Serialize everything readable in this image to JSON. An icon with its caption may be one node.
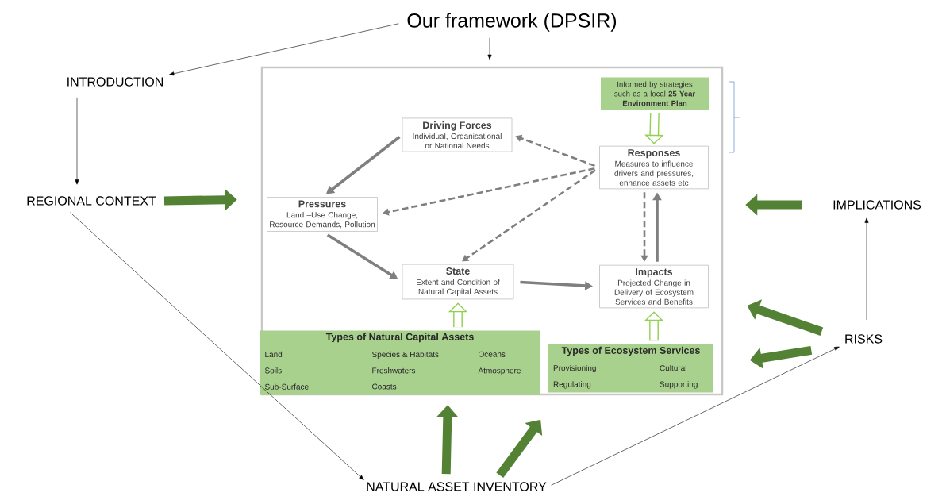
{
  "diagram": {
    "nodes": [
      {
        "text": [
          "Our framework (DPSIR)"
        ]
      },
      {
        "text": [
          "INTRODUCTION"
        ]
      },
      {
        "text": [
          "REGIONAL CONTEXT"
        ]
      },
      {
        "text": [],
        "shape": "box"
      },
      {
        "text": [
          "Driving Forces",
          "Individual, Organisational or National Needs"
        ],
        "in": 3
      },
      {
        "text": [
          "Pressures",
          "Land –Use Change, Resource Demands, Pollution"
        ],
        "in": 3
      },
      {
        "text": [
          "State",
          "Extent and Condition of Natural Capital Assets"
        ],
        "in": 3
      },
      {
        "text": [
          "Informed by strategies such as a local **25 Year Environment Plan**"
        ],
        "in": 3
      },
      {
        "text": [
          "Responses",
          "Measures to influence drivers and pressures, enhance assets etc"
        ],
        "in": 3
      },
      {
        "text": [
          "Impacts",
          "Projected Change in Delivery of Ecosystem Services and Benefits"
        ],
        "in": 3
      },
      {
        "text": [
          "Types of Natural Capital Assets",
          "Land",
          "Species & Habitats",
          "Oceans",
          "Soils",
          "Freshwaters",
          "Atmosphere",
          "Sub-Surface",
          "Coasts"
        ],
        "in": 3
      },
      {
        "text": [
          "Types of Ecosystem Services",
          "Provisioning",
          "Cultural",
          "Regulating",
          "Supporting"
        ],
        "in": 3
      },
      {
        "text": [
          "IMPLICATIONS"
        ]
      },
      {
        "text": [
          "RISKS"
        ]
      },
      {
        "text": [
          "NATURAL ASSET INVENTORY"
        ]
      }
    ],
    "edges": [
      {
        "from": 0,
        "to": 1,
        "arrow": "to",
        "color": "#000000"
      },
      {
        "from": 0,
        "to": 3,
        "arrow": "to",
        "color": "#000000"
      },
      {
        "from": 1,
        "to": 2,
        "arrow": "to",
        "color": "#000000"
      },
      {
        "from": 2,
        "to": 3,
        "arrow": "to",
        "style": "thick",
        "color": "#548235"
      },
      {
        "from": 2,
        "to": 14,
        "arrow": "to",
        "color": "#000000"
      },
      {
        "from": 14,
        "to": 3,
        "arrow": "to",
        "style": "thick",
        "color": "#548235"
      },
      {
        "from": 14,
        "to": 3,
        "arrow": "to",
        "style": "thick",
        "color": "#548235"
      },
      {
        "from": 14,
        "to": 13,
        "arrow": "to",
        "color": "#000000"
      },
      {
        "from": 13,
        "to": 12,
        "arrow": "to",
        "color": "#000000"
      },
      {
        "from": 12,
        "to": 3,
        "arrow": "to",
        "style": "thick",
        "color": "#548235"
      },
      {
        "from": 13,
        "to": 3,
        "arrow": "to",
        "style": "thick",
        "color": "#548235"
      },
      {
        "from": 13,
        "to": 3,
        "arrow": "to",
        "style": "thick",
        "color": "#548235"
      },
      {
        "from": 4,
        "to": 5,
        "arrow": "to",
        "color": "#7f7f7f"
      },
      {
        "from": 5,
        "to": 6,
        "arrow": "to",
        "color": "#7f7f7f"
      },
      {
        "from": 6,
        "to": 9,
        "arrow": "to",
        "color": "#7f7f7f"
      },
      {
        "from": 9,
        "to": 8,
        "arrow": "to",
        "color": "#7f7f7f"
      },
      {
        "from": 8,
        "to": 9,
        "arrow": "to",
        "style": "dashed",
        "color": "#7f7f7f"
      },
      {
        "from": 8,
        "to": 4,
        "arrow": "to",
        "style": "dashed",
        "color": "#7f7f7f"
      },
      {
        "from": 8,
        "to": 5,
        "arrow": "to",
        "style": "dashed",
        "color": "#7f7f7f"
      },
      {
        "from": 8,
        "to": 6,
        "arrow": "to",
        "style": "dashed",
        "color": "#7f7f7f"
      },
      {
        "from": 7,
        "to": 8,
        "arrow": "to",
        "style": "thick",
        "color": "#92d050"
      },
      {
        "from": 10,
        "to": 6,
        "arrow": "to",
        "style": "thick",
        "color": "#92d050"
      },
      {
        "from": 11,
        "to": 9,
        "arrow": "to",
        "style": "thick",
        "color": "#92d050"
      }
    ]
  }
}
